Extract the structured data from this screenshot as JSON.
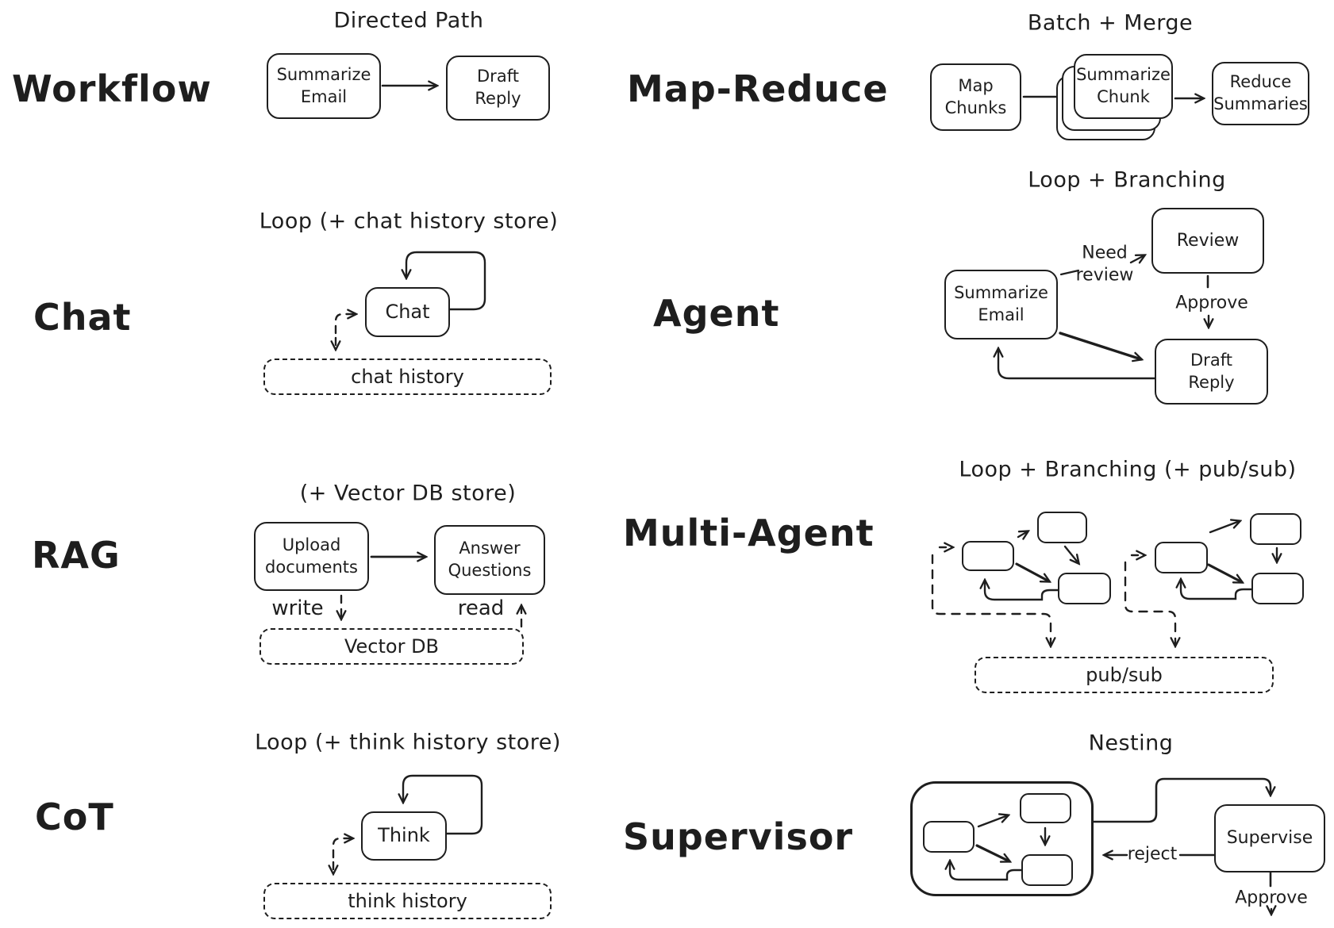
{
  "colors": {
    "ink": "#1e1e1e",
    "background": "#ffffff"
  },
  "sections": {
    "workflow": {
      "label": "Workflow",
      "title": "Directed Path",
      "node1": "Summarize\nEmail",
      "node2": "Draft\nReply"
    },
    "map_reduce": {
      "label": "Map-Reduce",
      "title": "Batch + Merge",
      "node1": "Map\nChunks",
      "node2": "Summarize\nChunk",
      "node3": "Reduce\nSummaries"
    },
    "chat": {
      "label": "Chat",
      "title": "Loop (+ chat history store)",
      "node": "Chat",
      "store": "chat history"
    },
    "agent": {
      "label": "Agent",
      "title": "Loop + Branching",
      "node_summarize": "Summarize\nEmail",
      "node_review": "Review",
      "node_draft": "Draft\nReply",
      "edge_need_review": "Need\nreview",
      "edge_approve": "Approve"
    },
    "rag": {
      "label": "RAG",
      "title": "(+ Vector DB store)",
      "node1": "Upload\ndocuments",
      "node2": "Answer\nQuestions",
      "edge_write": "write",
      "edge_read": "read",
      "store": "Vector DB"
    },
    "multi_agent": {
      "label": "Multi-Agent",
      "title": "Loop + Branching (+ pub/sub)",
      "store": "pub/sub"
    },
    "cot": {
      "label": "CoT",
      "title": "Loop (+ think history store)",
      "node": "Think",
      "store": "think history"
    },
    "supervisor": {
      "label": "Supervisor",
      "title": "Nesting",
      "node": "Supervise",
      "edge_reject": "reject",
      "edge_approve": "Approve"
    }
  }
}
